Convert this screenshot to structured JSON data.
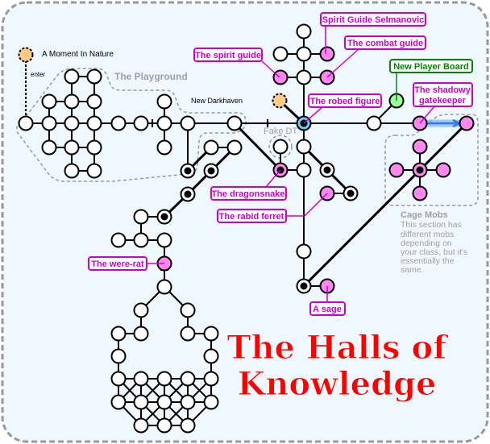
{
  "map_title": [
    "The Halls of",
    "Knowledge"
  ],
  "areas": {
    "playground": "The Playground",
    "new_darkhaven": "New Darkhaven",
    "fake_dt": "Fake DT",
    "cage_mobs_title": "Cage Mobs",
    "cage_mobs_note": [
      "This section has",
      "different mobs",
      "depending on",
      "your class, but it's",
      "essentially the",
      "same."
    ]
  },
  "entry": {
    "label": "A Moment In Nature",
    "exit_label": "enter"
  },
  "npcs": {
    "spirit_guide_selmanovic": "Spirit Guide Selmanovic",
    "combat_guide": "The combat guide",
    "spirit_guide": "The spirit guide",
    "robed_figure": "The robed figure",
    "new_player_board": "New Player Board",
    "shadowy_gatekeeper": [
      "The shadowy",
      "gatekeeper"
    ],
    "dragonsnake": "The dragonsnake",
    "rabid_ferret": "The rabid ferret",
    "were_rat": "The were-rat",
    "sage": "A sage"
  },
  "colors": {
    "npc": "#ff88ee",
    "npc_label": "#cc00cc",
    "board": "#008800",
    "board_node": "#99ff99",
    "entry": "#ffcc88",
    "center": "#66ccee",
    "title": "#ff0000",
    "background": "#f0f8ff"
  }
}
